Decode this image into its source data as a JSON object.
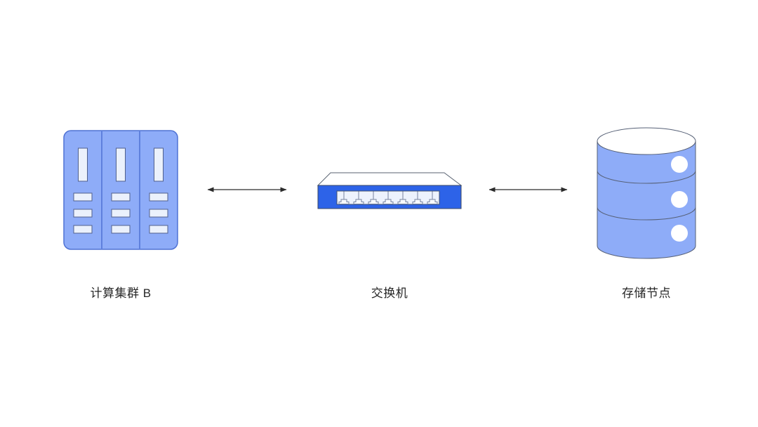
{
  "diagram": {
    "nodes": [
      {
        "id": "compute-cluster-b",
        "label": "计算集群 B",
        "icon": "server-cluster-icon"
      },
      {
        "id": "switch",
        "label": "交换机",
        "icon": "network-switch-icon"
      },
      {
        "id": "storage-node",
        "label": "存储节点",
        "icon": "database-cylinder-icon"
      }
    ],
    "connections": [
      {
        "from": "compute-cluster-b",
        "to": "switch",
        "style": "double-headed-arrow"
      },
      {
        "from": "switch",
        "to": "storage-node",
        "style": "double-headed-arrow"
      }
    ]
  },
  "colors": {
    "background": "#ffffff",
    "node_fill": "#8eacf8",
    "node_stroke": "#4f72d4",
    "slot_fill": "#ebf1fc",
    "slot_stroke": "#51618c",
    "switch_front": "#2d63e8",
    "switch_top": "#ffffff",
    "switch_outline": "#5a6372",
    "port_panel_fill": "#edf2fd",
    "port_glyph_stroke": "#76839f",
    "storage_outline": "#566076",
    "storage_top_fill": "#ffffff",
    "indicator_dot_fill": "#ffffff",
    "arrow": "#2b2b2b",
    "label": "#262626"
  }
}
